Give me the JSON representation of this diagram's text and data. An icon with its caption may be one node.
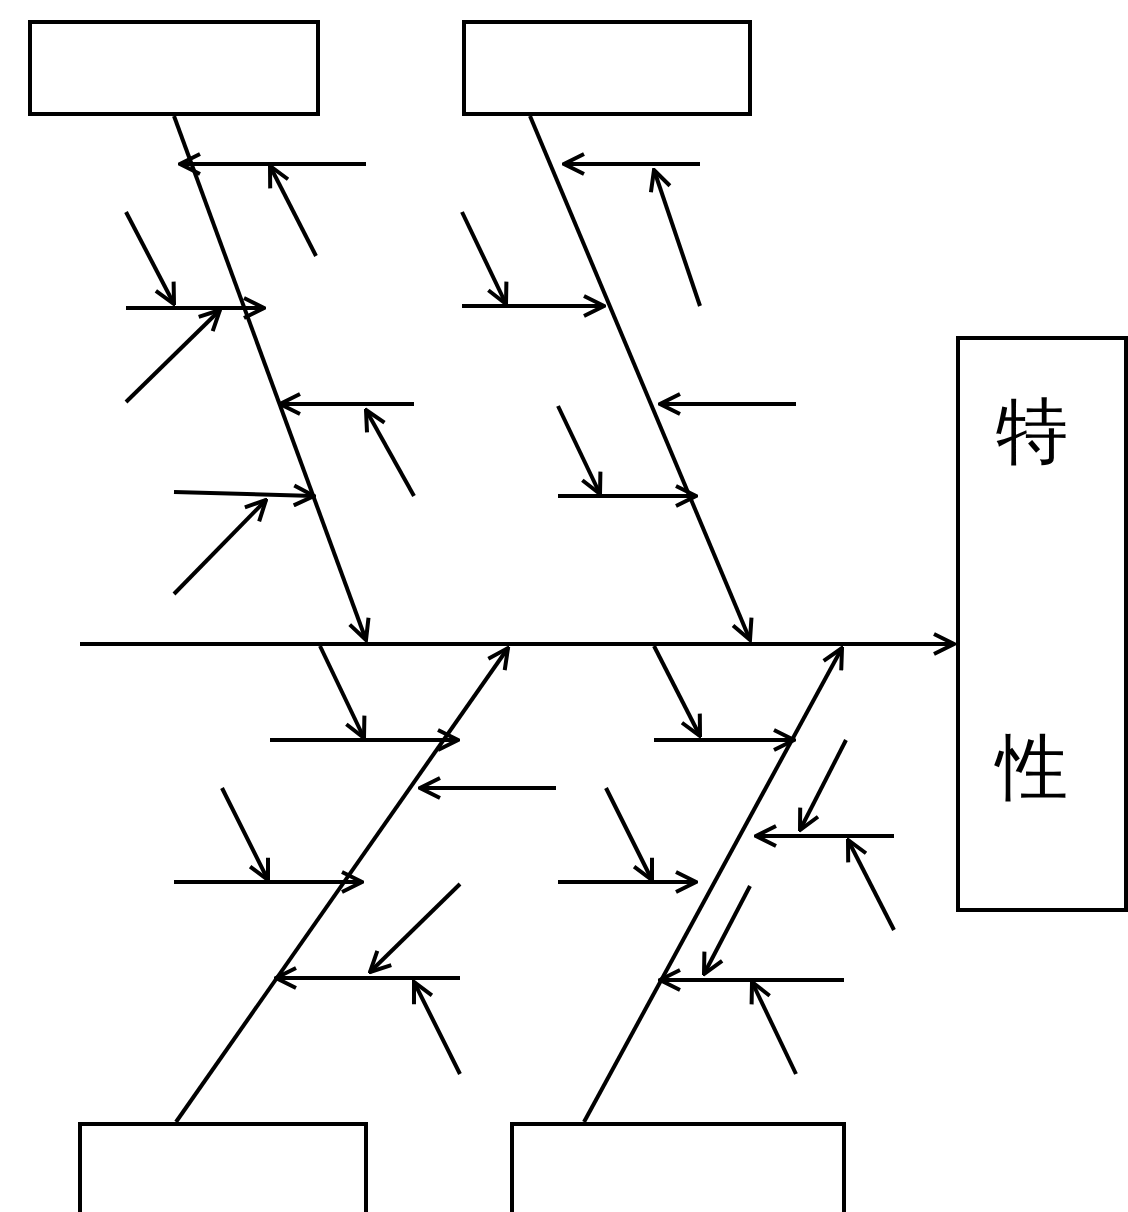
{
  "diagram": {
    "nodes": [
      {
        "text": [],
        "shape": "box"
      },
      {
        "text": [],
        "shape": "box"
      },
      {
        "text": [
          "特性"
        ]
      },
      {
        "text": [],
        "shape": "box"
      },
      {
        "text": [],
        "shape": "box"
      }
    ],
    "edges": [
      {
        "from": null,
        "to": 2,
        "arrow": "to"
      },
      {
        "from": 0,
        "to": null,
        "arrow": "to"
      },
      {
        "from": 1,
        "to": null,
        "arrow": "to"
      },
      {
        "from": 3,
        "to": null,
        "arrow": "to"
      },
      {
        "from": 4,
        "to": null,
        "arrow": "to"
      }
    ]
  }
}
